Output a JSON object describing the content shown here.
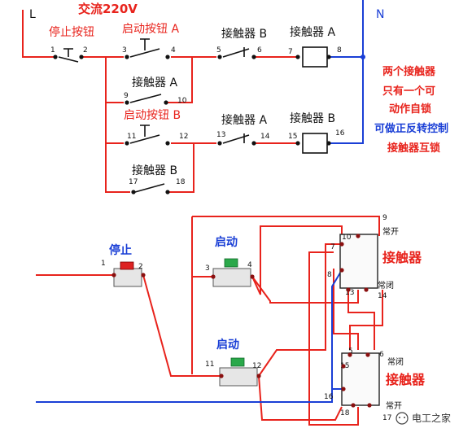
{
  "colors": {
    "red": "#e8231c",
    "blue": "#1a3fd6",
    "black": "#111111"
  },
  "top": {
    "L": "L",
    "N": "N",
    "supply": "交流220V",
    "stop_button": "停止按钮",
    "start_a": "启动按钮 A",
    "start_b": "启动按钮 B",
    "contactor_a": "接触器 A",
    "contactor_b": "接触器 B",
    "letter_a": "A",
    "letter_b": "B",
    "nodes": [
      "1",
      "2",
      "3",
      "4",
      "5",
      "6",
      "7",
      "8",
      "9",
      "10",
      "11",
      "12",
      "13",
      "14",
      "15",
      "16",
      "17",
      "18"
    ]
  },
  "note": {
    "line1": "两个接触器",
    "line2": "只有一个可",
    "line3": "动作自锁",
    "line4": "可做正反转控制",
    "line5": "接触器互锁"
  },
  "bottom": {
    "stop": "停止",
    "start": "启动",
    "contactor": "接触器",
    "no": "常开",
    "nc": "常闭",
    "nodes": [
      "1",
      "2",
      "3",
      "4",
      "11",
      "12",
      "9",
      "10",
      "7",
      "8",
      "13",
      "14",
      "5",
      "6",
      "15",
      "16",
      "17",
      "18"
    ]
  },
  "watermark": "电工之家"
}
